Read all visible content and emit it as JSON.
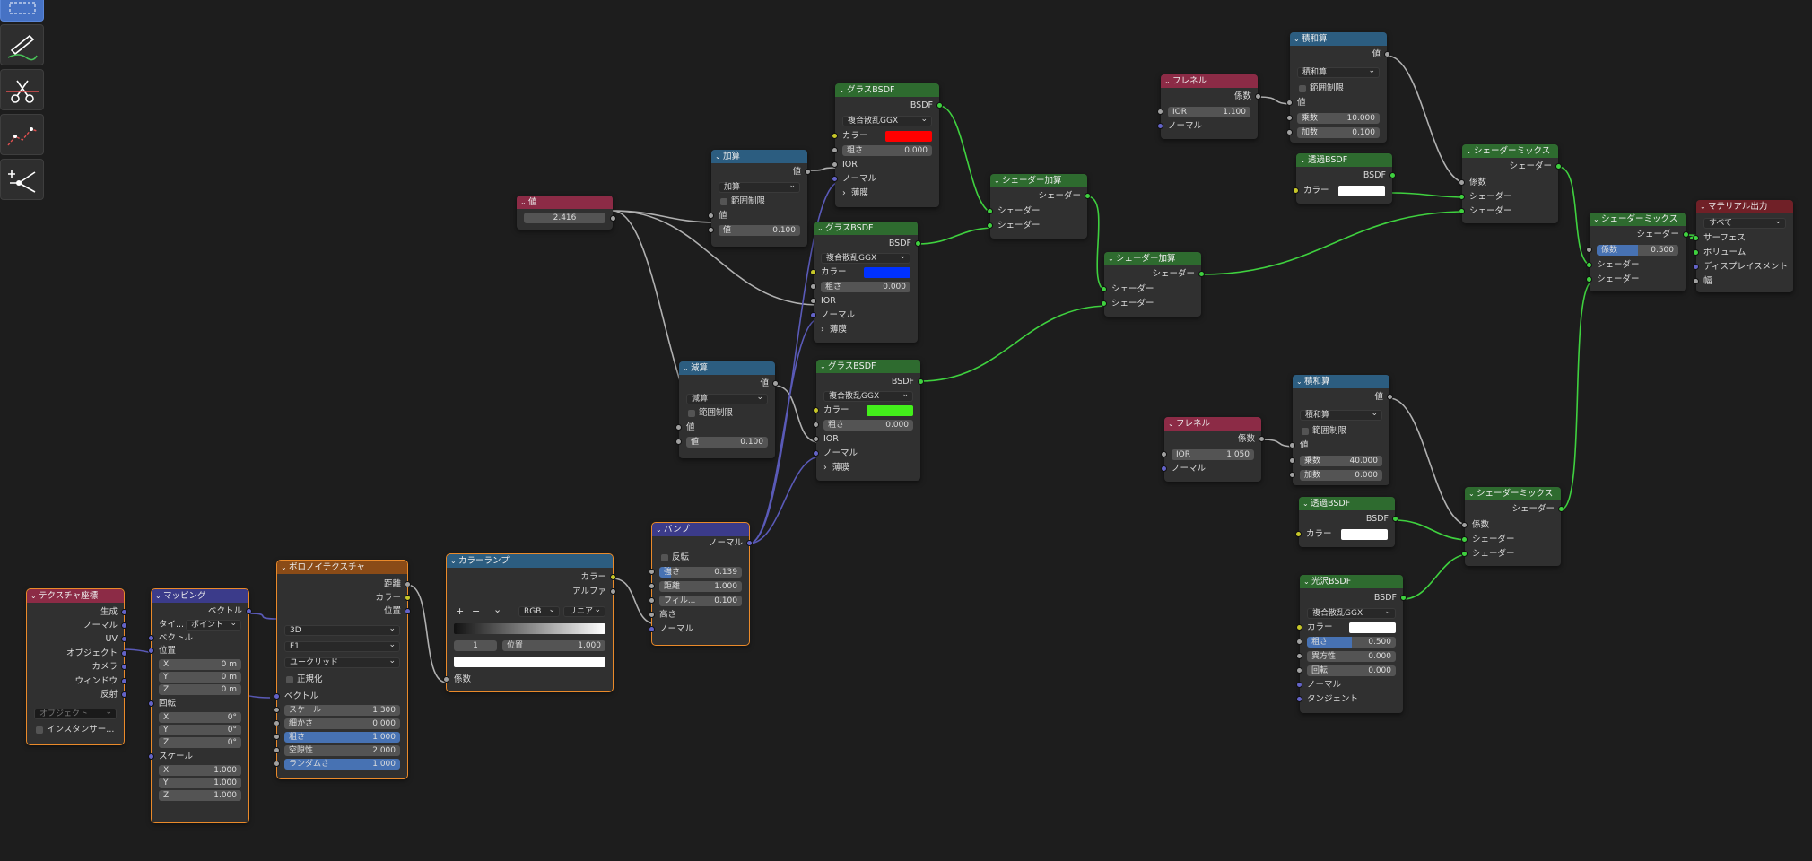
{
  "tools": [
    {
      "name": "select-box-icon",
      "active": true
    },
    {
      "name": "annotate-icon",
      "active": false
    },
    {
      "name": "cut-links-icon",
      "active": false
    },
    {
      "name": "lasso-icon",
      "active": false
    },
    {
      "name": "reroute-icon",
      "active": false
    }
  ],
  "colors": {
    "input": "#8c2b46",
    "converter": "#2c5d80",
    "shader": "#2e6b2f",
    "texture": "#8a4b17",
    "vector": "#3b3b8a",
    "output": "#702027",
    "red_swatch": "#ff0000",
    "blue_swatch": "#0031ff",
    "green_swatch": "#43ef1b",
    "white_swatch": "#ffffff"
  },
  "nodes": {
    "texcoord": {
      "title": "テクスチャ座標",
      "outputs": [
        "生成",
        "ノーマル",
        "UV",
        "オブジェクト",
        "カメラ",
        "ウィンドウ",
        "反射"
      ],
      "object_placeholder": "オブジェクト",
      "instancer": "インスタンサー..."
    },
    "mapping": {
      "title": "マッピング",
      "out": "ベクトル",
      "type_label": "タイ...",
      "type_value": "ポイント",
      "in_vector": "ベクトル",
      "location": "位置",
      "rotation": "回転",
      "scale": "スケール",
      "loc": [
        {
          "l": "X",
          "v": "0 m"
        },
        {
          "l": "Y",
          "v": "0 m"
        },
        {
          "l": "Z",
          "v": "0 m"
        }
      ],
      "rot": [
        {
          "l": "X",
          "v": "0°"
        },
        {
          "l": "Y",
          "v": "0°"
        },
        {
          "l": "Z",
          "v": "0°"
        }
      ],
      "scl": [
        {
          "l": "X",
          "v": "1.000"
        },
        {
          "l": "Y",
          "v": "1.000"
        },
        {
          "l": "Z",
          "v": "1.000"
        }
      ]
    },
    "voronoi": {
      "title": "ボロノイテクスチャ",
      "outputs": [
        "距離",
        "カラー",
        "位置"
      ],
      "dim": "3D",
      "feature": "F1",
      "metric": "ユークリッド",
      "normalize": "正規化",
      "vector": "ベクトル",
      "scale_l": "スケール",
      "scale_v": "1.300",
      "detail_l": "細かさ",
      "detail_v": "0.000",
      "rough_l": "粗さ",
      "rough_v": "1.000",
      "lac_l": "空隙性",
      "lac_v": "2.000",
      "rand_l": "ランダムさ",
      "rand_v": "1.000"
    },
    "ramp": {
      "title": "カラーランプ",
      "out_color": "カラー",
      "out_alpha": "アルファ",
      "plus": "+",
      "minus": "−",
      "mode": "RGB",
      "interp": "リニア",
      "index": "1",
      "pos_l": "位置",
      "pos_v": "1.000",
      "factor": "係数"
    },
    "bump": {
      "title": "バンプ",
      "out": "ノーマル",
      "invert": "反転",
      "str_l": "強さ",
      "str_v": "0.139",
      "dist_l": "距離",
      "dist_v": "1.000",
      "filt_l": "フィル...",
      "filt_v": "0.100",
      "height": "高さ",
      "normal": "ノーマル"
    },
    "value": {
      "title": "値",
      "value": "2.416"
    },
    "add": {
      "title": "加算",
      "out": "値",
      "op": "加算",
      "clamp": "範囲制限",
      "in1": "値",
      "in2_l": "値",
      "in2_v": "0.100"
    },
    "sub": {
      "title": "減算",
      "out": "値",
      "op": "減算",
      "clamp": "範囲制限",
      "in1": "値",
      "in2_l": "値",
      "in2_v": "0.100"
    },
    "glass1": {
      "title": "グラスBSDF",
      "out": "BSDF",
      "dist": "複合散乱GGX",
      "color": "カラー",
      "rough_l": "粗さ",
      "rough_v": "0.000",
      "ior": "IOR",
      "normal": "ノーマル",
      "thin": "薄膜"
    },
    "glass2": {
      "title": "グラスBSDF",
      "out": "BSDF",
      "dist": "複合散乱GGX",
      "color": "カラー",
      "rough_l": "粗さ",
      "rough_v": "0.000",
      "ior": "IOR",
      "normal": "ノーマル",
      "thin": "薄膜"
    },
    "glass3": {
      "title": "グラスBSDF",
      "out": "BSDF",
      "dist": "複合散乱GGX",
      "color": "カラー",
      "rough_l": "粗さ",
      "rough_v": "0.000",
      "ior": "IOR",
      "normal": "ノーマル",
      "thin": "薄膜"
    },
    "addsh1": {
      "title": "シェーダー加算",
      "out": "シェーダー",
      "in1": "シェーダー",
      "in2": "シェーダー"
    },
    "addsh2": {
      "title": "シェーダー加算",
      "out": "シェーダー",
      "in1": "シェーダー",
      "in2": "シェーダー"
    },
    "fresnel1": {
      "title": "フレネル",
      "out": "係数",
      "ior_l": "IOR",
      "ior_v": "1.100",
      "normal": "ノーマル"
    },
    "fresnel2": {
      "title": "フレネル",
      "out": "係数",
      "ior_l": "IOR",
      "ior_v": "1.050",
      "normal": "ノーマル"
    },
    "muladd1": {
      "title": "積和算",
      "out": "値",
      "op": "積和算",
      "clamp": "範囲制限",
      "in": "値",
      "mul_l": "乗数",
      "mul_v": "10.000",
      "add_l": "加数",
      "add_v": "0.100"
    },
    "muladd2": {
      "title": "積和算",
      "out": "値",
      "op": "積和算",
      "clamp": "範囲制限",
      "in": "値",
      "mul_l": "乗数",
      "mul_v": "40.000",
      "add_l": "加数",
      "add_v": "0.000"
    },
    "transp1": {
      "title": "透過BSDF",
      "out": "BSDF",
      "color": "カラー"
    },
    "transp2": {
      "title": "透過BSDF",
      "out": "BSDF",
      "color": "カラー"
    },
    "glossy": {
      "title": "光沢BSDF",
      "out": "BSDF",
      "dist": "複合散乱GGX",
      "color": "カラー",
      "rough_l": "粗さ",
      "rough_v": "0.500",
      "aniso_l": "異方性",
      "aniso_v": "0.000",
      "rot_l": "回転",
      "rot_v": "0.000",
      "normal": "ノーマル",
      "tangent": "タンジェント"
    },
    "mix1": {
      "title": "シェーダーミックス",
      "out": "シェーダー",
      "fac": "係数",
      "in1": "シェーダー",
      "in2": "シェーダー"
    },
    "mix2": {
      "title": "シェーダーミックス",
      "out": "シェーダー",
      "fac": "係数",
      "in1": "シェーダー",
      "in2": "シェーダー"
    },
    "mix3": {
      "title": "シェーダーミックス",
      "out": "シェーダー",
      "fac_l": "係数",
      "fac_v": "0.500",
      "in1": "シェーダー",
      "in2": "シェーダー"
    },
    "output": {
      "title": "マテリアル出力",
      "target": "すべて",
      "surface": "サーフェス",
      "volume": "ボリューム",
      "displacement": "ディスプレイスメント",
      "width": "幅"
    }
  }
}
